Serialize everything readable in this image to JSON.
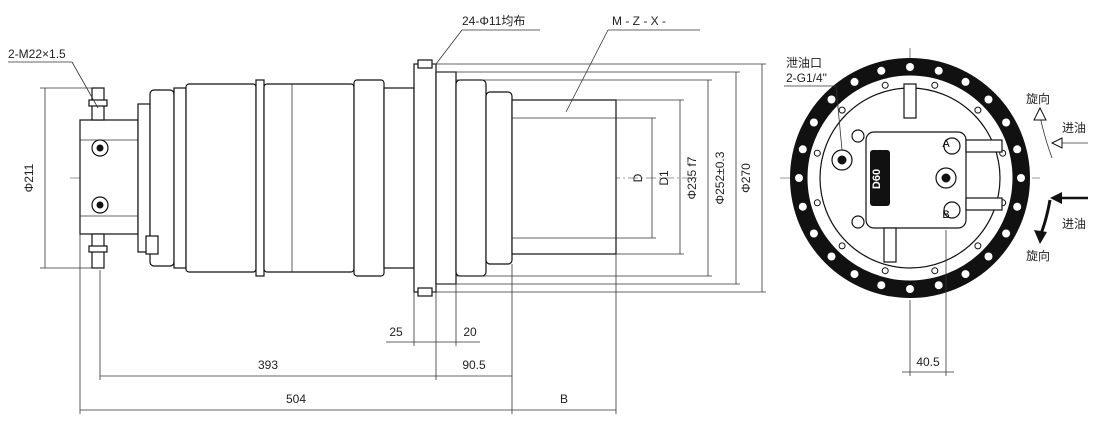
{
  "labels": {
    "port_spec": "2-M22×1.5",
    "bolt_holes": "24-Φ11均布",
    "model_code": "M - Z - X -",
    "drain_port_title": "泄油口",
    "drain_port_spec": "2-G1/4\"",
    "rotation_top": "旋向",
    "inlet_top": "进油",
    "inlet_bottom": "进油",
    "rotation_bottom": "旋向",
    "port_a": "A",
    "port_b": "B",
    "motor_mark": "D60"
  },
  "dimensions": {
    "d211": "Φ211",
    "d_out": "D",
    "d1": "D1",
    "d235": "Φ235 f7",
    "d252": "Φ252±0.3",
    "d270": "Φ270",
    "w25": "25",
    "w20": "20",
    "w393": "393",
    "w905": "90.5",
    "w504": "504",
    "wb": "B",
    "w405": "40.5"
  },
  "colors": {
    "line": "#111111",
    "background": "#ffffff"
  }
}
